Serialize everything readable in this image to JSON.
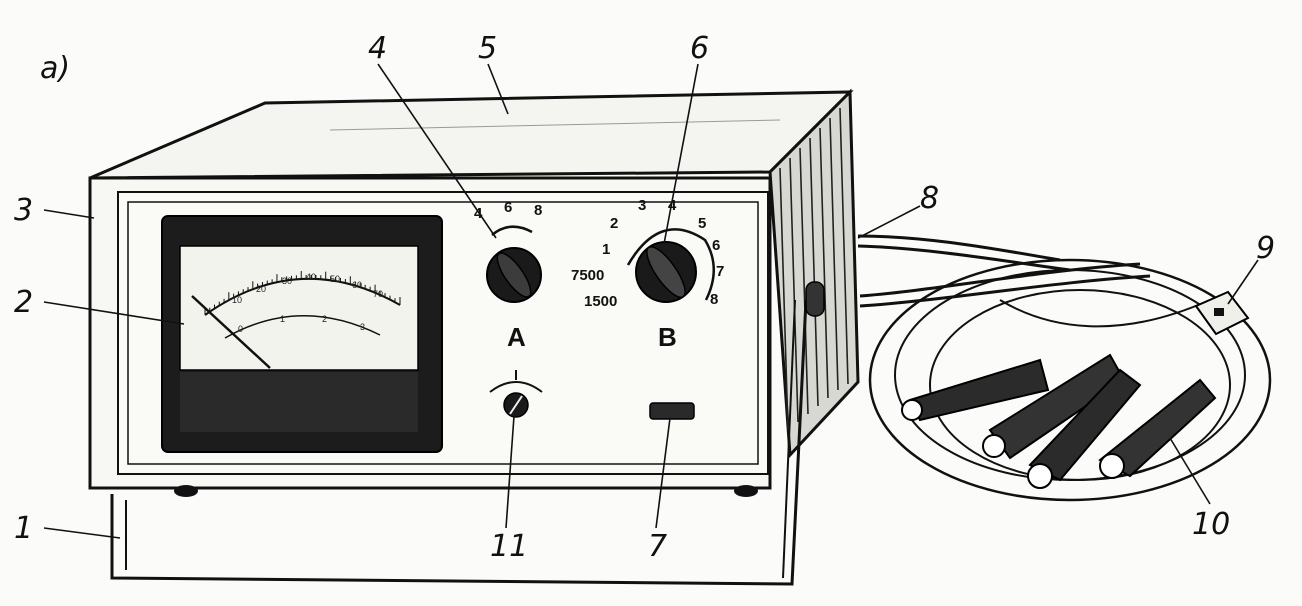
{
  "figure_label": "a)",
  "callouts": {
    "n1": "1",
    "n2": "2",
    "n3": "3",
    "n4": "4",
    "n5": "5",
    "n6": "6",
    "n7": "7",
    "n8": "8",
    "n9": "9",
    "n10": "10",
    "n11": "11"
  },
  "switch_a": {
    "letter": "A",
    "scale": [
      "4",
      "6",
      "8"
    ]
  },
  "switch_b": {
    "letter": "B",
    "scale_right": [
      "3",
      "4",
      "5",
      "6",
      "7",
      "8"
    ],
    "scale_left": [
      "2",
      "1",
      "7500",
      "1500"
    ]
  },
  "meter": {
    "upper_scale": [
      "10",
      "20",
      "30",
      "40",
      "50",
      "60",
      "70"
    ],
    "lower_scale": [
      "0",
      "1",
      "2",
      "3"
    ]
  }
}
